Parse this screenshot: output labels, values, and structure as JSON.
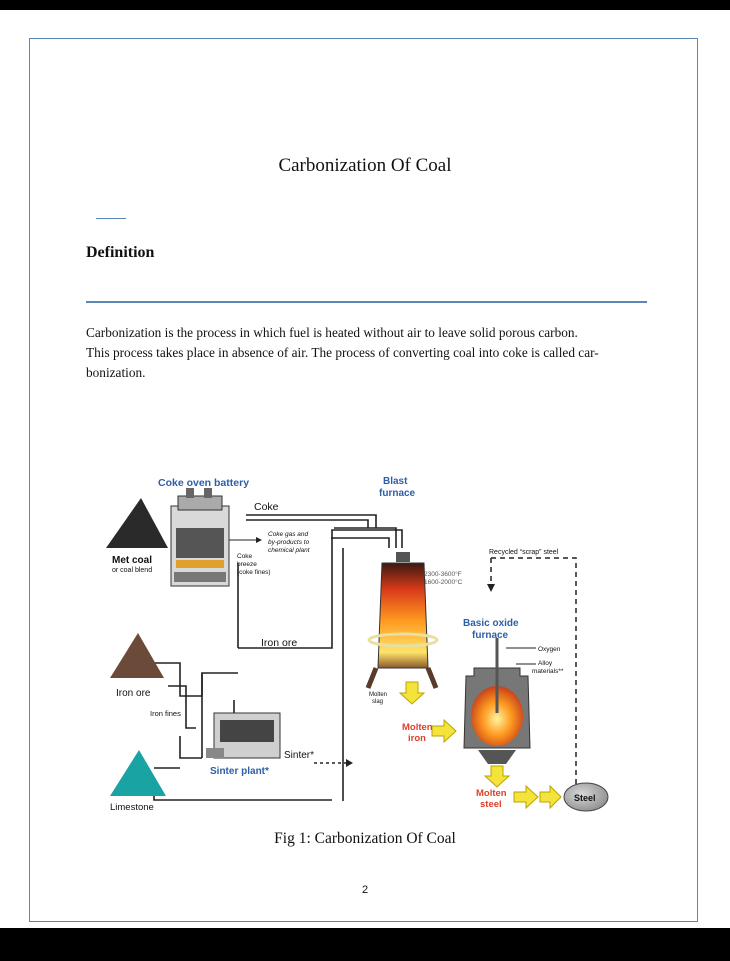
{
  "document": {
    "title": "Carbonization Of Coal",
    "heading": "Definition",
    "paragraph_line1": "Carbonization is the process in which fuel is heated without air to leave solid porous carbon.",
    "paragraph_line2": "This process takes place in absence of air. The process of converting coal into coke is called car-",
    "paragraph_line3": "bonization.",
    "caption": "Fig 1: Carbonization Of Coal",
    "page_number": "2"
  },
  "figure": {
    "coke_oven_battery": "Coke oven battery",
    "coke": "Coke",
    "blast_furnace_1": "Blast",
    "blast_furnace_2": "furnace",
    "coke_gas_1": "Coke gas and",
    "coke_gas_2": "by-products to",
    "coke_gas_3": "chemical plant",
    "met_coal_1": "Met coal",
    "met_coal_2": "or coal blend",
    "coke_breeze_1": "Coke",
    "coke_breeze_2": "breeze",
    "coke_breeze_3": "(coke fines)",
    "temp_1": "2300-3600°F",
    "temp_2": "1600-2000°C",
    "recycled_scrap": "Recycled “scrap” steel",
    "basic_oxide_1": "Basic oxide",
    "basic_oxide_2": "furnace",
    "oxygen": "Oxygen",
    "alloy_1": "Alloy",
    "alloy_2": "materials**",
    "iron_ore_mid": "Iron ore",
    "iron_ore_left": "Iron ore",
    "iron_fines": "Iron fines",
    "molten_slag_1": "Molten",
    "molten_slag_2": "slag",
    "molten_iron_1": "Molten",
    "molten_iron_2": "iron",
    "sinter": "Sinter*",
    "sinter_plant": "Sinter plant*",
    "molten_steel_1": "Molten",
    "molten_steel_2": "steel",
    "steel": "Steel",
    "limestone": "Limestone"
  },
  "colors": {
    "frame": "#5b87b8",
    "label_blue": "#2d5ea8",
    "molten_red": "#e0402a",
    "arrow_yellow": "#f3e33a",
    "limestone_teal": "#1aa3a3",
    "iron_ore_brown": "#6b4a3a"
  }
}
